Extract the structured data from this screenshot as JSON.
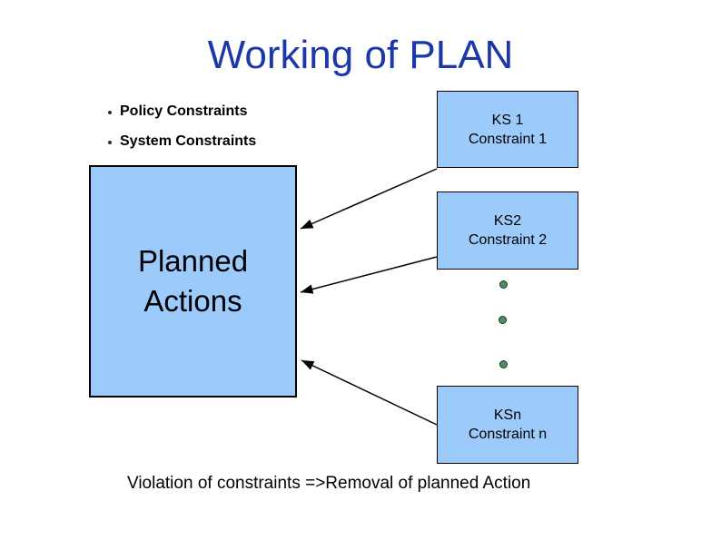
{
  "slide": {
    "title": "Working of PLAN",
    "bullets": [
      {
        "label": "Policy Constraints"
      },
      {
        "label": "System Constraints"
      }
    ],
    "planned_box": {
      "label": "Planned\nActions"
    },
    "ks_boxes": [
      {
        "name": "KS 1",
        "constraint": "Constraint 1"
      },
      {
        "name": "KS2",
        "constraint": "Constraint 2"
      },
      {
        "name": "KSn",
        "constraint": "Constraint n"
      }
    ],
    "continuation_dots_count": 3,
    "footer": "Violation of constraints =>Removal of planned Action",
    "colors": {
      "background": "#ffffff",
      "title_text": "#1c38a8",
      "box_fill": "#9ccafb",
      "box_border": "#000000",
      "body_text": "#000000",
      "dot_fill": "#4d8f5f",
      "arrow": "#000000"
    }
  }
}
